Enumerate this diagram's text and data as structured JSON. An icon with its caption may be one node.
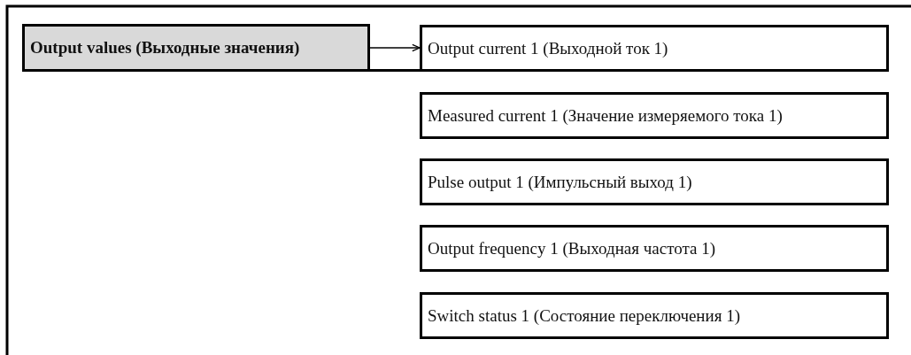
{
  "diagram": {
    "nodes": [
      {
        "text": [
          "Output values (Выходные значения)"
        ]
      },
      {
        "text": [
          "Output current 1 (Выходной ток 1)"
        ]
      },
      {
        "text": [
          "Measured current 1 (Значение измеряемого тока 1)"
        ]
      },
      {
        "text": [
          "Pulse output 1 (Импульсный выход 1)"
        ]
      },
      {
        "text": [
          "Output frequency 1 (Выходная частота 1)"
        ]
      },
      {
        "text": [
          "Switch status 1 (Состояние переключения 1)"
        ]
      }
    ],
    "edges": [
      {
        "from": 0,
        "to": 1,
        "arrow": "to"
      }
    ]
  }
}
